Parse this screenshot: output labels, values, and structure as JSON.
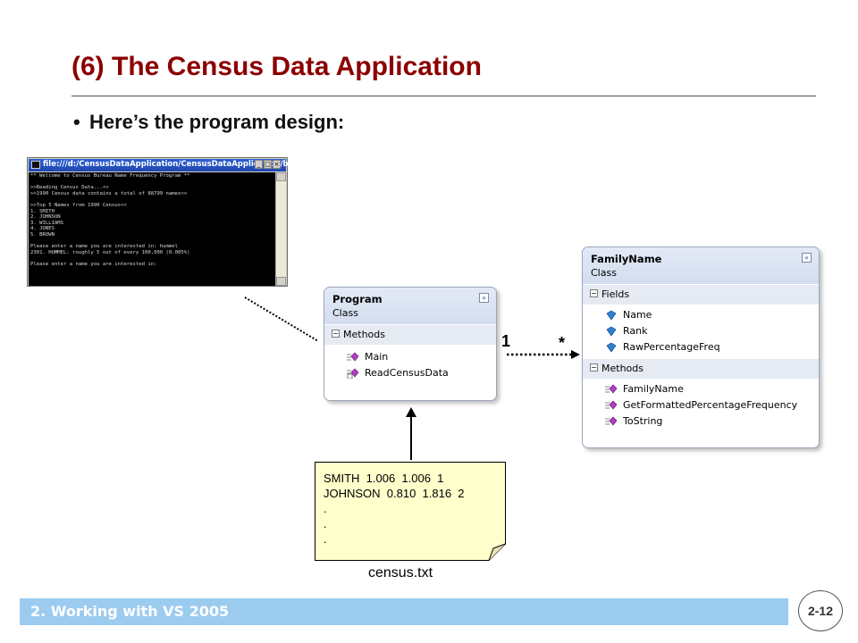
{
  "slide": {
    "title": "(6) The Census Data Application",
    "bullet": "Here’s the program design:",
    "footer": "2. Working with VS 2005",
    "page_number": "2-12"
  },
  "console": {
    "title": "file:///d:/CensusDataApplication/CensusDataApplication/bin/...",
    "lines": [
      "** Welcome to Census Bureau Name Frequency Program **",
      "",
      ">>Reading Census Data...<<",
      ">>1990 Census data contains a total of 88799 names<<",
      "",
      ">>Top 5 Names from 1990 Census<<",
      "1. SMITH",
      "2. JOHNSON",
      "3. WILLIAMS",
      "4. JONES",
      "5. BROWN",
      "",
      "Please enter a name you are interested in: hummel",
      "2301. HUMMEL: roughly 5 out of every 100,000 (0.005%)",
      "",
      "Please enter a name you are interested in:"
    ]
  },
  "program_class": {
    "name": "Program",
    "type": "Class",
    "methods_label": "Methods",
    "methods": [
      "Main",
      "ReadCensusData"
    ]
  },
  "familyname_class": {
    "name": "FamilyName",
    "type": "Class",
    "fields_label": "Fields",
    "fields": [
      "Name",
      "Rank",
      "RawPercentageFreq"
    ],
    "methods_label": "Methods",
    "methods": [
      "FamilyName",
      "GetFormattedPercentageFrequency",
      "ToString"
    ]
  },
  "association": {
    "source_multiplicity": "1",
    "target_multiplicity": "*"
  },
  "file": {
    "content": "SMITH  1.006  1.006  1\nJOHNSON  0.810  1.816  2\n.\n.\n.",
    "caption": "census.txt"
  }
}
